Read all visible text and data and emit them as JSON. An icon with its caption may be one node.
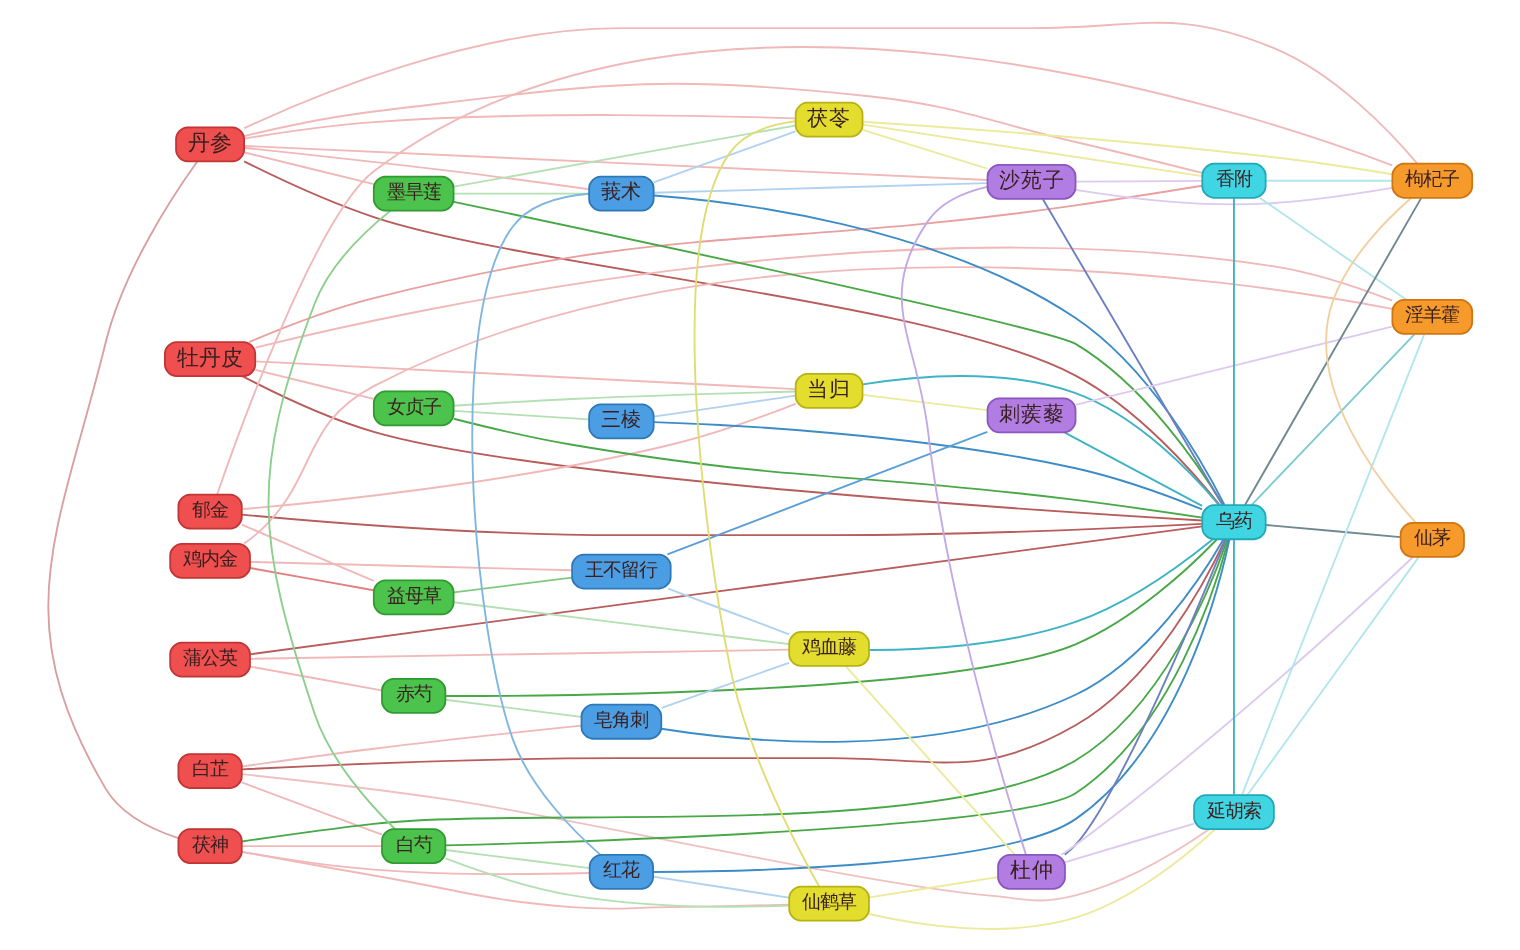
{
  "diagram": {
    "nodes": [
      {
        "text": [
          "丹参"
        ]
      },
      {
        "text": [
          "牡丹皮"
        ]
      },
      {
        "text": [
          "郁金"
        ]
      },
      {
        "text": [
          "鸡内金"
        ]
      },
      {
        "text": [
          "蒲公英"
        ]
      },
      {
        "text": [
          "白芷"
        ]
      },
      {
        "text": [
          "茯神"
        ]
      },
      {
        "text": [
          "墨旱莲"
        ]
      },
      {
        "text": [
          "女贞子"
        ]
      },
      {
        "text": [
          "益母草"
        ]
      },
      {
        "text": [
          "赤芍"
        ]
      },
      {
        "text": [
          "白芍"
        ]
      },
      {
        "text": [
          "莪术"
        ]
      },
      {
        "text": [
          "三棱"
        ]
      },
      {
        "text": [
          "王不留行"
        ]
      },
      {
        "text": [
          "皂角刺"
        ]
      },
      {
        "text": [
          "红花"
        ]
      },
      {
        "text": [
          "茯苓"
        ]
      },
      {
        "text": [
          "当归"
        ]
      },
      {
        "text": [
          "鸡血藤"
        ]
      },
      {
        "text": [
          "仙鹤草"
        ]
      },
      {
        "text": [
          "沙苑子"
        ]
      },
      {
        "text": [
          "刺蒺藜"
        ]
      },
      {
        "text": [
          "杜仲"
        ]
      },
      {
        "text": [
          "香附"
        ]
      },
      {
        "text": [
          "乌药"
        ]
      },
      {
        "text": [
          "延胡索"
        ]
      },
      {
        "text": [
          "枸杞子"
        ]
      },
      {
        "text": [
          "淫羊藿"
        ]
      },
      {
        "text": [
          "仙茅"
        ]
      }
    ],
    "edges": [
      {
        "from": 0,
        "to": 6,
        "arrow": "none",
        "color": "#d9a0a0"
      },
      {
        "from": 7,
        "to": 11,
        "arrow": "none",
        "color": "#8ccf8c"
      },
      {
        "from": 12,
        "to": 16,
        "arrow": "none",
        "color": "#7fb6e0"
      },
      {
        "from": 17,
        "to": 20,
        "arrow": "none",
        "color": "#e0dc70"
      },
      {
        "from": 21,
        "to": 23,
        "arrow": "none",
        "color": "#c4a8e6"
      },
      {
        "from": 24,
        "to": 25,
        "arrow": "none",
        "color": "#3cb4c4"
      },
      {
        "from": 25,
        "to": 26,
        "arrow": "none",
        "color": "#3cb4c4"
      },
      {
        "from": 27,
        "to": 29,
        "arrow": "none",
        "color": "#f2cfa0"
      },
      {
        "from": 1,
        "to": 24,
        "arrow": "none",
        "color": "#e8a0a0"
      },
      {
        "from": 3,
        "to": 9,
        "arrow": "none",
        "color": "#e08080"
      },
      {
        "from": 9,
        "to": 14,
        "arrow": "none",
        "color": "#80c880"
      },
      {
        "from": 14,
        "to": 22,
        "arrow": "none",
        "color": "#5a9ed8"
      },
      {
        "from": 22,
        "to": 25,
        "arrow": "none",
        "color": "#3cb4c4"
      },
      {
        "from": 25,
        "to": 28,
        "arrow": "none",
        "color": "#7ccad4"
      },
      {
        "from": 5,
        "to": 26,
        "arrow": "none",
        "color": "#f0c0c0"
      },
      {
        "from": 0,
        "to": 25,
        "arrow": "none",
        "color": "#b85c5c"
      },
      {
        "from": 1,
        "to": 25,
        "arrow": "none",
        "color": "#b85c5c"
      },
      {
        "from": 2,
        "to": 25,
        "arrow": "none",
        "color": "#b85c5c"
      },
      {
        "from": 4,
        "to": 25,
        "arrow": "none",
        "color": "#b85c5c"
      },
      {
        "from": 5,
        "to": 25,
        "arrow": "none",
        "color": "#b85c5c"
      },
      {
        "from": 6,
        "to": 25,
        "arrow": "none",
        "color": "#48a848"
      },
      {
        "from": 7,
        "to": 25,
        "arrow": "none",
        "color": "#48a848"
      },
      {
        "from": 8,
        "to": 25,
        "arrow": "none",
        "color": "#48a848"
      },
      {
        "from": 10,
        "to": 25,
        "arrow": "none",
        "color": "#48a848"
      },
      {
        "from": 11,
        "to": 25,
        "arrow": "none",
        "color": "#48a848"
      },
      {
        "from": 12,
        "to": 25,
        "arrow": "none",
        "color": "#3c8cc8"
      },
      {
        "from": 13,
        "to": 25,
        "arrow": "none",
        "color": "#3c8cc8"
      },
      {
        "from": 15,
        "to": 25,
        "arrow": "none",
        "color": "#3c8cc8"
      },
      {
        "from": 16,
        "to": 25,
        "arrow": "none",
        "color": "#3c8cc8"
      },
      {
        "from": 18,
        "to": 25,
        "arrow": "none",
        "color": "#3cb4c4"
      },
      {
        "from": 19,
        "to": 25,
        "arrow": "none",
        "color": "#3cb4c4"
      },
      {
        "from": 21,
        "to": 25,
        "arrow": "none",
        "color": "#6c80c0"
      },
      {
        "from": 23,
        "to": 25,
        "arrow": "none",
        "color": "#6c80c0"
      },
      {
        "from": 25,
        "to": 27,
        "arrow": "none",
        "color": "#708890"
      },
      {
        "from": 25,
        "to": 29,
        "arrow": "none",
        "color": "#708890"
      },
      {
        "from": 0,
        "to": 7,
        "arrow": "none",
        "color": "#f0b8b8"
      },
      {
        "from": 0,
        "to": 12,
        "arrow": "none",
        "color": "#f0b8b8"
      },
      {
        "from": 0,
        "to": 17,
        "arrow": "none",
        "color": "#f0b8b8"
      },
      {
        "from": 0,
        "to": 21,
        "arrow": "none",
        "color": "#f0b8b8"
      },
      {
        "from": 0,
        "to": 24,
        "arrow": "none",
        "color": "#f0b8b8"
      },
      {
        "from": 0,
        "to": 27,
        "arrow": "none",
        "color": "#f0b8b8"
      },
      {
        "from": 1,
        "to": 8,
        "arrow": "none",
        "color": "#f0b8b8"
      },
      {
        "from": 1,
        "to": 18,
        "arrow": "none",
        "color": "#f0b8b8"
      },
      {
        "from": 1,
        "to": 28,
        "arrow": "none",
        "color": "#f0b8b8"
      },
      {
        "from": 2,
        "to": 9,
        "arrow": "none",
        "color": "#f0b8b8"
      },
      {
        "from": 2,
        "to": 18,
        "arrow": "none",
        "color": "#f0b8b8"
      },
      {
        "from": 2,
        "to": 27,
        "arrow": "none",
        "color": "#f0b8b8"
      },
      {
        "from": 3,
        "to": 14,
        "arrow": "none",
        "color": "#f0b8b8"
      },
      {
        "from": 3,
        "to": 28,
        "arrow": "none",
        "color": "#f0b8b8"
      },
      {
        "from": 4,
        "to": 10,
        "arrow": "none",
        "color": "#f0b8b8"
      },
      {
        "from": 4,
        "to": 19,
        "arrow": "none",
        "color": "#f0b8b8"
      },
      {
        "from": 5,
        "to": 11,
        "arrow": "none",
        "color": "#f0b8b8"
      },
      {
        "from": 5,
        "to": 15,
        "arrow": "none",
        "color": "#f0b8b8"
      },
      {
        "from": 6,
        "to": 11,
        "arrow": "none",
        "color": "#f0b8b8"
      },
      {
        "from": 6,
        "to": 16,
        "arrow": "none",
        "color": "#f0b8b8"
      },
      {
        "from": 6,
        "to": 20,
        "arrow": "none",
        "color": "#f0b8b8"
      },
      {
        "from": 7,
        "to": 12,
        "arrow": "none",
        "color": "#b4e0b4"
      },
      {
        "from": 7,
        "to": 17,
        "arrow": "none",
        "color": "#b4e0b4"
      },
      {
        "from": 8,
        "to": 13,
        "arrow": "none",
        "color": "#b4e0b4"
      },
      {
        "from": 8,
        "to": 18,
        "arrow": "none",
        "color": "#b4e0b4"
      },
      {
        "from": 9,
        "to": 19,
        "arrow": "none",
        "color": "#b4e0b4"
      },
      {
        "from": 10,
        "to": 15,
        "arrow": "none",
        "color": "#b4e0b4"
      },
      {
        "from": 11,
        "to": 16,
        "arrow": "none",
        "color": "#b4e0b4"
      },
      {
        "from": 11,
        "to": 20,
        "arrow": "none",
        "color": "#b4e0b4"
      },
      {
        "from": 12,
        "to": 17,
        "arrow": "none",
        "color": "#b0d2f0"
      },
      {
        "from": 12,
        "to": 21,
        "arrow": "none",
        "color": "#b0d2f0"
      },
      {
        "from": 13,
        "to": 18,
        "arrow": "none",
        "color": "#b0d2f0"
      },
      {
        "from": 14,
        "to": 19,
        "arrow": "none",
        "color": "#b0d2f0"
      },
      {
        "from": 15,
        "to": 19,
        "arrow": "none",
        "color": "#b0d2f0"
      },
      {
        "from": 16,
        "to": 20,
        "arrow": "none",
        "color": "#b0d2f0"
      },
      {
        "from": 17,
        "to": 21,
        "arrow": "none",
        "color": "#ecea9c"
      },
      {
        "from": 17,
        "to": 24,
        "arrow": "none",
        "color": "#ecea9c"
      },
      {
        "from": 17,
        "to": 27,
        "arrow": "none",
        "color": "#ecea9c"
      },
      {
        "from": 18,
        "to": 22,
        "arrow": "none",
        "color": "#ecea9c"
      },
      {
        "from": 19,
        "to": 23,
        "arrow": "none",
        "color": "#ecea9c"
      },
      {
        "from": 20,
        "to": 23,
        "arrow": "none",
        "color": "#ecea9c"
      },
      {
        "from": 20,
        "to": 26,
        "arrow": "none",
        "color": "#ecea9c"
      },
      {
        "from": 21,
        "to": 24,
        "arrow": "none",
        "color": "#dccaf0"
      },
      {
        "from": 21,
        "to": 27,
        "arrow": "none",
        "color": "#dccaf0"
      },
      {
        "from": 22,
        "to": 28,
        "arrow": "none",
        "color": "#dccaf0"
      },
      {
        "from": 23,
        "to": 26,
        "arrow": "none",
        "color": "#dccaf0"
      },
      {
        "from": 23,
        "to": 29,
        "arrow": "none",
        "color": "#dccaf0"
      },
      {
        "from": 24,
        "to": 27,
        "arrow": "none",
        "color": "#b0e6ec"
      },
      {
        "from": 24,
        "to": 28,
        "arrow": "none",
        "color": "#b0e6ec"
      },
      {
        "from": 26,
        "to": 28,
        "arrow": "none",
        "color": "#b0e6ec"
      },
      {
        "from": 26,
        "to": 29,
        "arrow": "none",
        "color": "#b0e6ec"
      }
    ]
  }
}
